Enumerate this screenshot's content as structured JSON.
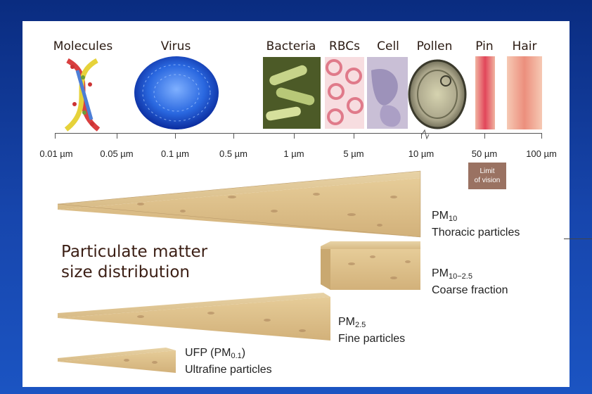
{
  "categories": [
    {
      "name": "Molecules"
    },
    {
      "name": "Virus"
    },
    {
      "name": "Bacteria"
    },
    {
      "name": "RBCs"
    },
    {
      "name": "Cell"
    },
    {
      "name": "Pollen"
    },
    {
      "name": "Pin"
    },
    {
      "name": "Hair"
    }
  ],
  "scale": {
    "ticks": [
      "0.01 µm",
      "0.05 µm",
      "0.1 µm",
      "0.5 µm",
      "1 µm",
      "5 µm",
      "10 µm",
      "50 µm",
      "100 µm"
    ],
    "limit_of_vision": [
      "Limit",
      "of vision"
    ]
  },
  "title_lines": [
    "Particulate matter",
    "size distribution"
  ],
  "fractions": {
    "pm10": {
      "name_main": "PM",
      "name_sub": "10",
      "desc": "Thoracic particles"
    },
    "coarse": {
      "name_main": "PM",
      "name_sub": "10−2.5",
      "desc": "Coarse fraction"
    },
    "pm25": {
      "name_main": "PM",
      "name_sub": "2.5",
      "desc": "Fine particles"
    },
    "ufp": {
      "name_main": "UFP (PM",
      "name_sub": "0.1",
      "name_tail": ")",
      "desc": "Ultrafine particles"
    }
  },
  "colors": {
    "wedge": "#dcbf8a",
    "wedge_dark": "#b88f58",
    "blue_frame": "#1746ad"
  }
}
